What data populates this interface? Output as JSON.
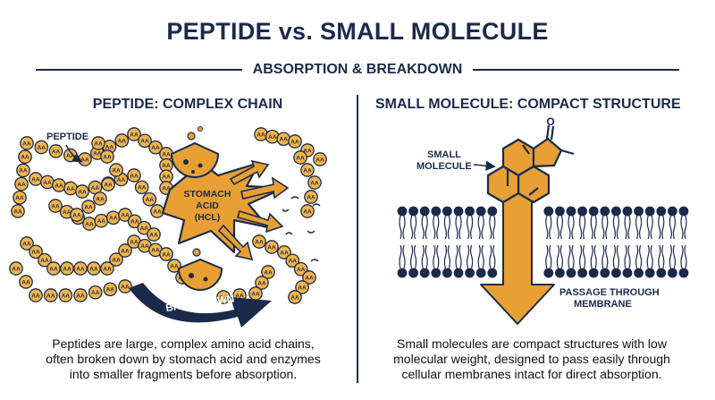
{
  "title": "PEPTIDE vs. SMALL MOLECULE",
  "subtitle": "ABSORPTION & BREAKDOWN",
  "left_panel": {
    "heading": "PEPTIDE: COMPLEX CHAIN",
    "peptide_label": "PEPTIDE",
    "amino_acid_label": "AA",
    "acid_label_line1": "STOMACH",
    "acid_label_line2": "ACID",
    "acid_label_line3": "(HCL)",
    "breakdown_label": "BREAKDOWN",
    "caption_lines": [
      "Peptides are large, complex amino acid chains,",
      "often broken down by stomach acid and enzymes",
      "into smaller fragments before absorption."
    ]
  },
  "right_panel": {
    "heading": "SMALL MOLECULE: COMPACT STRUCTURE",
    "molecule_label_line1": "SMALL",
    "molecule_label_line2": "MOLECULE",
    "oxygen_label": "O",
    "passage_label_line1": "PASSAGE THROUGH",
    "passage_label_line2": "MEMBRANE",
    "caption_lines": [
      "Small molecules are compact structures with low",
      "molecular weight, designed to pass easily through",
      "cellular membranes intact for direct absorption."
    ]
  },
  "colors": {
    "navy": "#1b2a4a",
    "orange": "#e8a035",
    "bead_fill": "#f2b54c"
  }
}
